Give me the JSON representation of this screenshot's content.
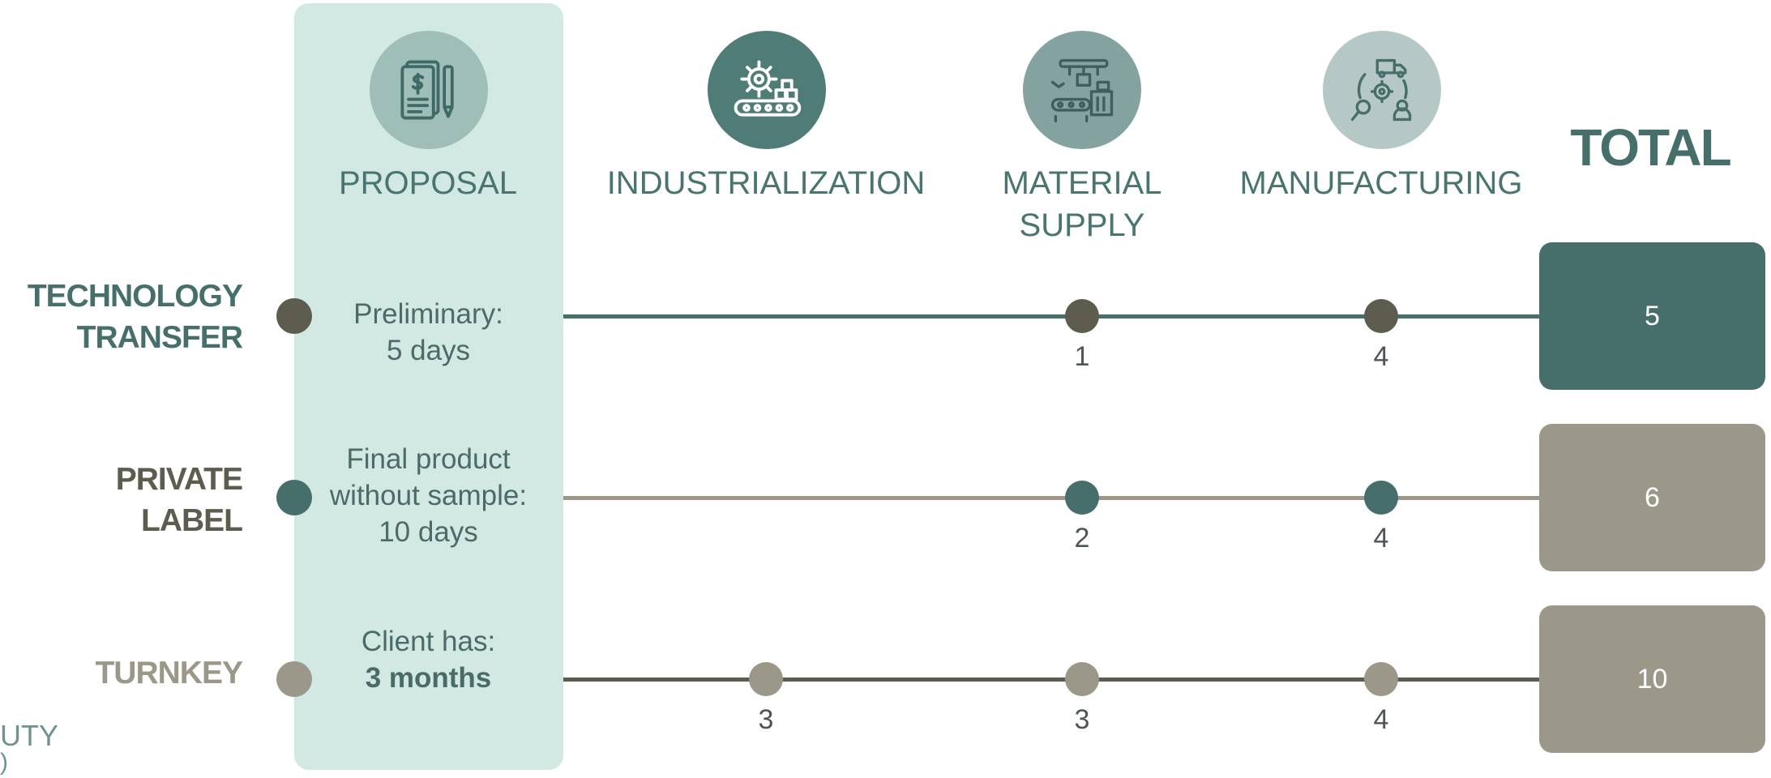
{
  "colors": {
    "dark_teal": "#466f6b",
    "olive_dark": "#5d5c4f",
    "taupe": "#9c9889",
    "panel": "#d2e8e3"
  },
  "phases": [
    {
      "label": "PROPOSAL",
      "icon": "invoice-pen-icon"
    },
    {
      "label": "INDUSTRIALIZATION",
      "icon": "gear-conveyor-icon"
    },
    {
      "label": "MATERIAL\nSUPPLY",
      "icon": "factory-line-icon"
    },
    {
      "label": "MANUFACTURING",
      "icon": "logistics-cycle-icon"
    }
  ],
  "total_header": "TOTAL",
  "rows": [
    {
      "label": "TECHNOLOGY\nTRANSFER",
      "proposal_line1": "Preliminary:",
      "proposal_line2": "5 days",
      "proposal_line3": "",
      "industrialization": "",
      "material_supply": "1",
      "manufacturing": "4",
      "total": "5"
    },
    {
      "label": "PRIVATE\nLABEL",
      "proposal_line1": "Final product",
      "proposal_line2": "without sample:",
      "proposal_line3": "10 days",
      "industrialization": "",
      "material_supply": "2",
      "manufacturing": "4",
      "total": "6"
    },
    {
      "label": "TURNKEY",
      "proposal_line1": "Client has:",
      "proposal_bold": "3 months",
      "industrialization": "3",
      "material_supply": "3",
      "manufacturing": "4",
      "total": "10"
    }
  ],
  "corner_fragment": {
    "line1": "UTY",
    "line2": ")"
  }
}
